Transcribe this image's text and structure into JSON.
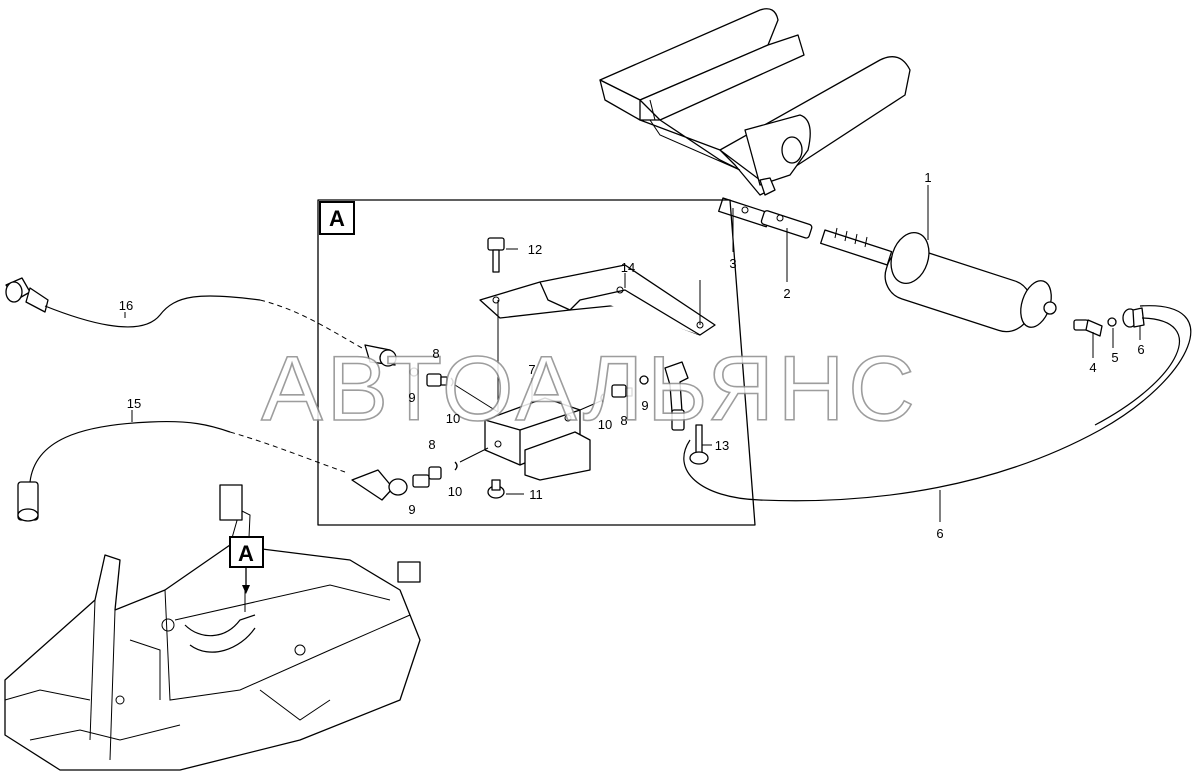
{
  "detail_label": "A",
  "detail_callout": "A",
  "watermark": "АВТОАЛЬЯНС",
  "callouts": {
    "p1": "1",
    "p2": "2",
    "p3": "3",
    "p4": "4",
    "p5": "5",
    "p6a": "6",
    "p6b": "6",
    "p7": "7",
    "p8a": "8",
    "p8b": "8",
    "p8c": "8",
    "p9a": "9",
    "p9b": "9",
    "p9c": "9",
    "p10a": "10",
    "p10b": "10",
    "p10c": "10",
    "p11": "11",
    "p12": "12",
    "p13": "13",
    "p14": "14",
    "p15": "15",
    "p16": "16"
  }
}
